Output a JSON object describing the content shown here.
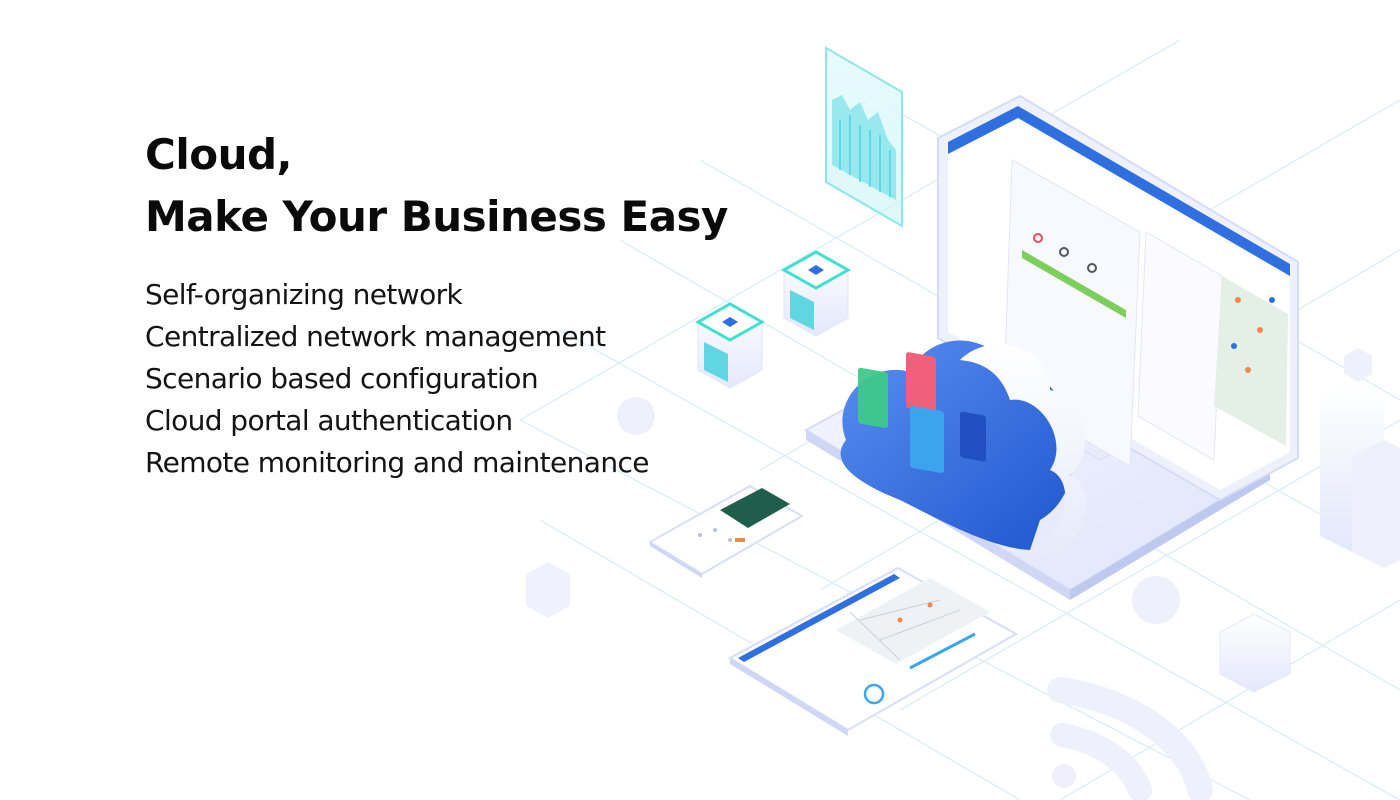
{
  "headline": {
    "line1": "Cloud,",
    "line2": "Make Your Business Easy"
  },
  "features": [
    "Self-organizing network",
    "Centralized network management",
    "Scenario based configuration",
    "Cloud portal authentication",
    "Remote monitoring and maintenance"
  ],
  "colors": {
    "accent_blue": "#2f6fe0",
    "cloud_blue": "#3a7be6",
    "teal": "#3fe0d0",
    "card_pink": "#f0607a",
    "card_green": "#3ec98a",
    "grid_line": "#d9ecf7"
  },
  "icons": [
    "cloud-icon",
    "wifi-icon",
    "server-cube-icon",
    "laptop-icon",
    "tablet-icon",
    "phone-icon",
    "bar-chart-panel-icon"
  ]
}
